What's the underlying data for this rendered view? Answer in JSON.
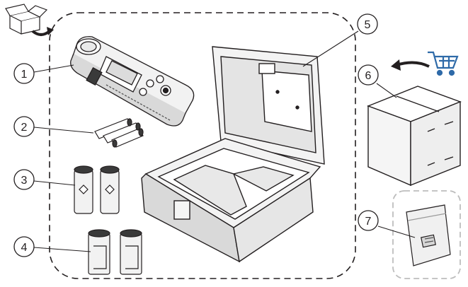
{
  "callouts": [
    {
      "label": "1"
    },
    {
      "label": "2"
    },
    {
      "label": "3"
    },
    {
      "label": "4"
    },
    {
      "label": "5"
    },
    {
      "label": "6"
    },
    {
      "label": "7"
    }
  ],
  "colors": {
    "accent_blue": "#2e6aa8",
    "line": "#231f20",
    "dashed_boundary": "#231f20",
    "light_gray": "#e6e6e6",
    "mid_gray": "#b5b5b5",
    "packet_border": "#bdbdbd"
  },
  "icons": {
    "open_box": "open-box-icon",
    "shopping_cart": "shopping-cart-icon",
    "arrow_in": "curved-arrow-icon",
    "arrow_out": "return-arrow-icon"
  }
}
